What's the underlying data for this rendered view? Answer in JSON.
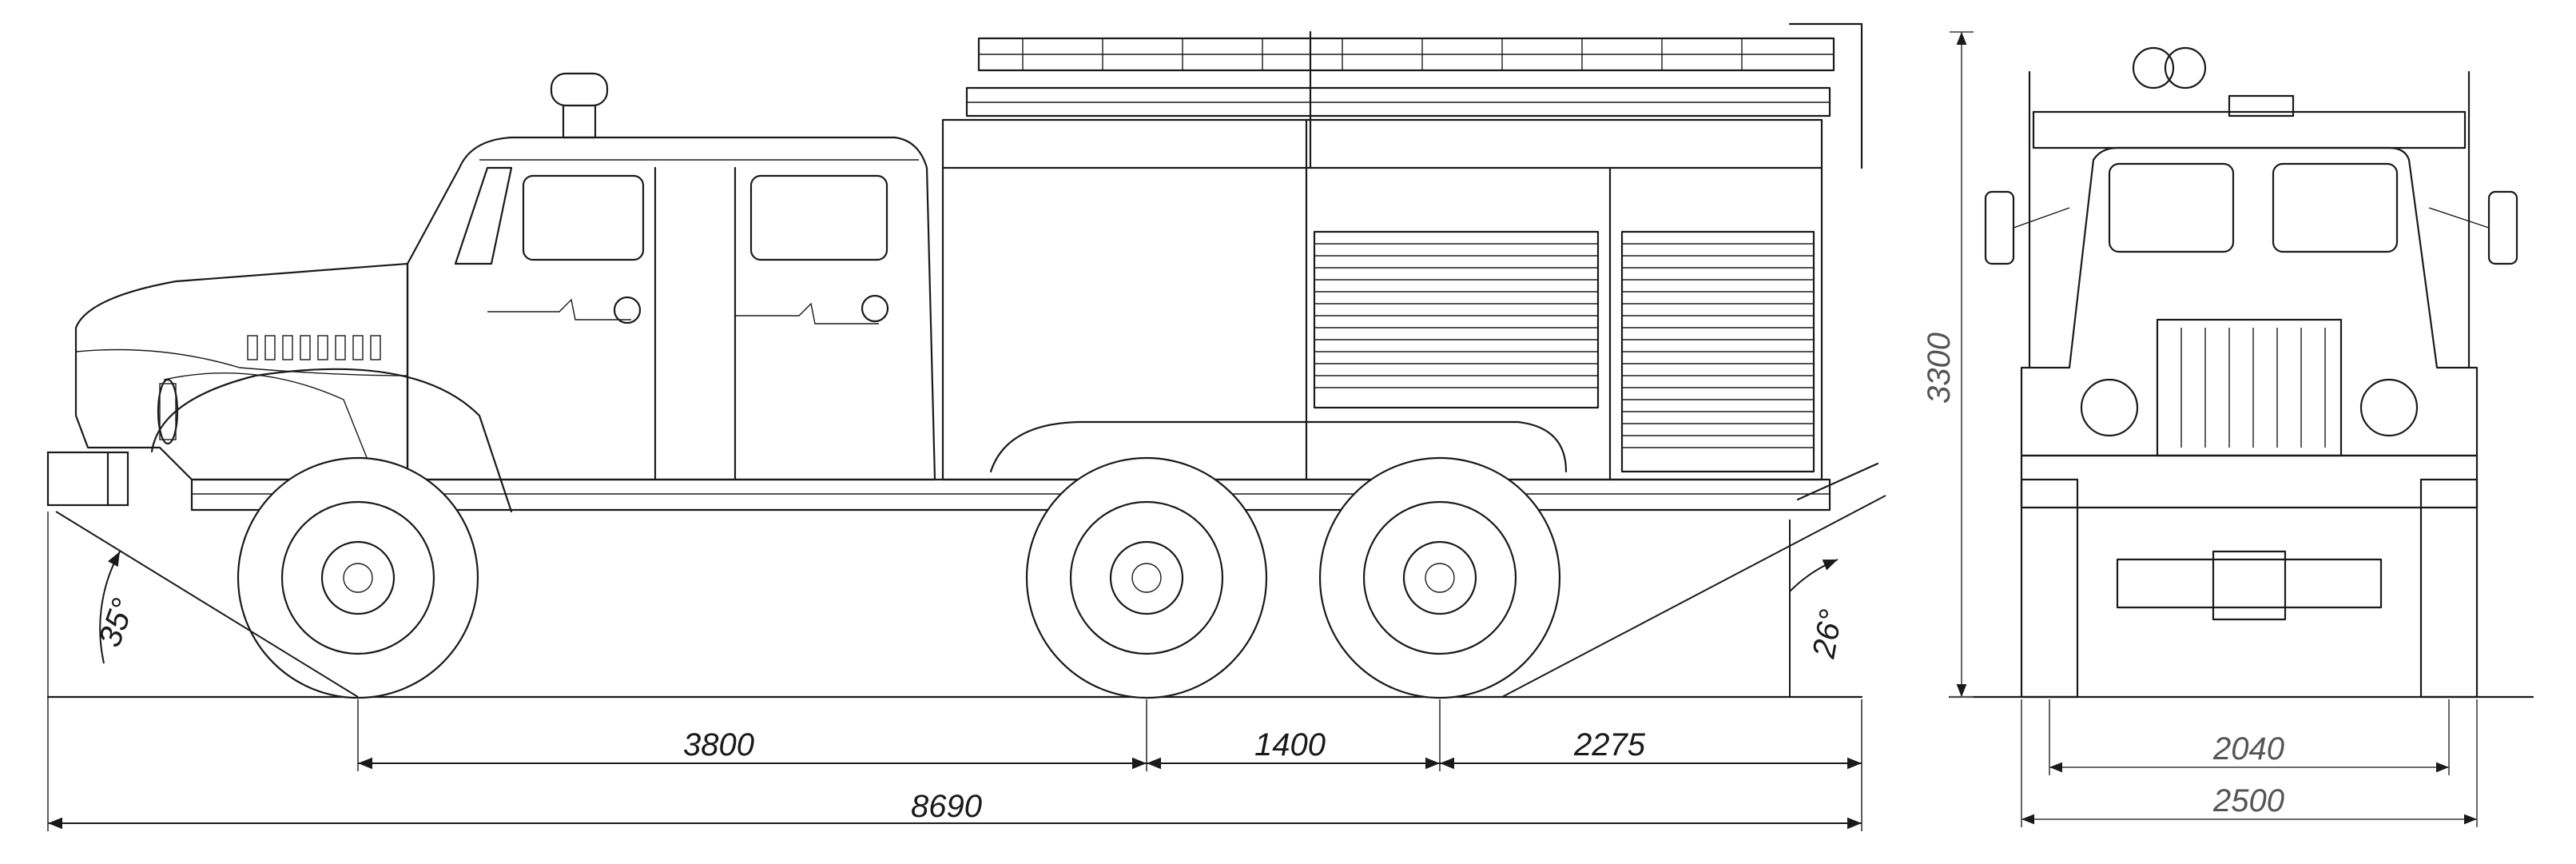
{
  "drawing": {
    "side_view": {
      "wheelbase_front": "3800",
      "wheelbase_rear": "1400",
      "rear_overhang": "2275",
      "overall_length": "8690",
      "approach_angle": "35°",
      "departure_angle": "26°"
    },
    "front_view": {
      "height": "3300",
      "track": "2040",
      "width": "2500"
    }
  }
}
